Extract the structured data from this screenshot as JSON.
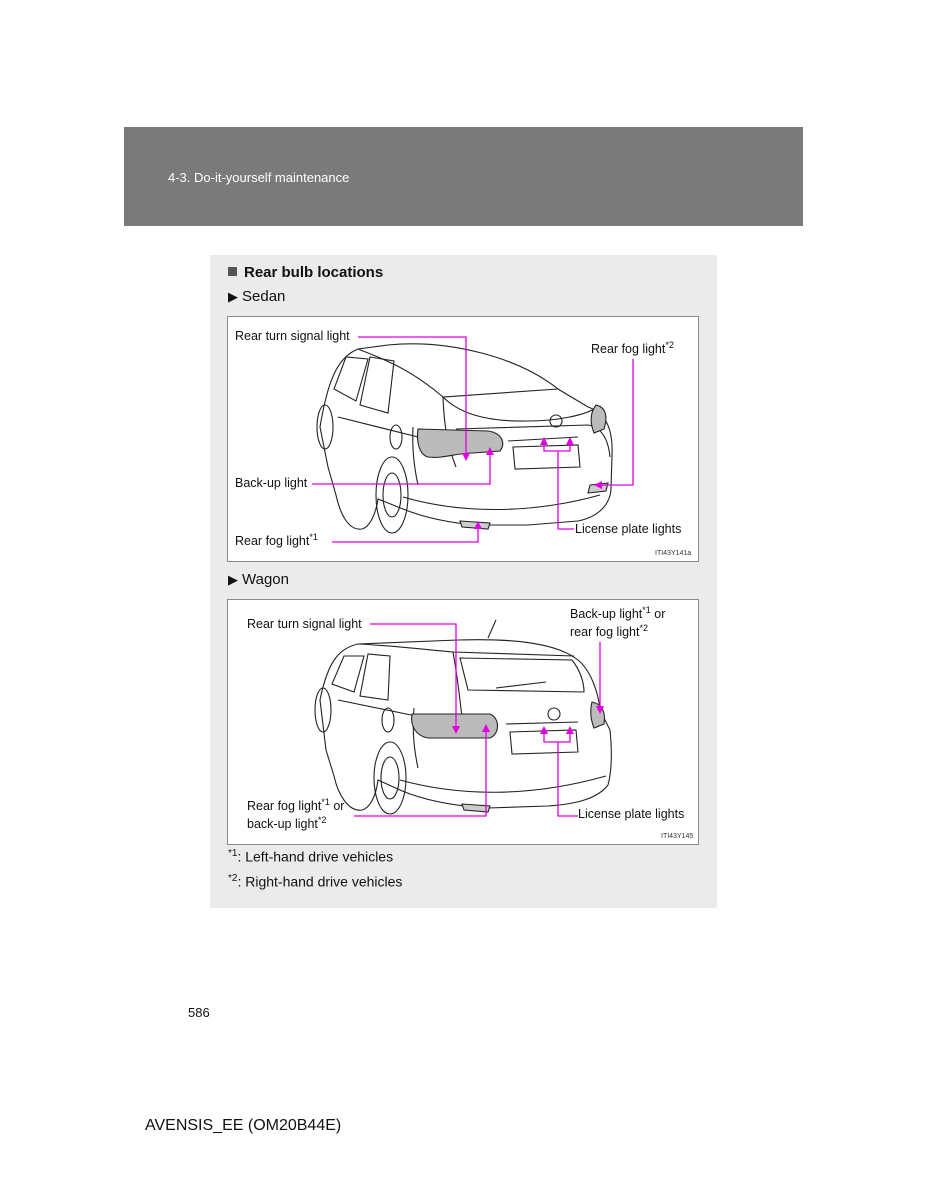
{
  "header": {
    "section": "4-3. Do-it-yourself maintenance"
  },
  "panel": {
    "heading": "Rear bulb locations",
    "sedan": {
      "title": "Sedan",
      "labels": {
        "turn": "Rear turn signal light",
        "fog_rh": "Rear fog light",
        "fog_rh_sup": "*2",
        "backup": "Back-up light",
        "fog_lh": "Rear fog light",
        "fog_lh_sup": "*1",
        "plate": "License plate lights"
      },
      "figure_id": "ITI43Y141a"
    },
    "wagon": {
      "title": "Wagon",
      "labels": {
        "turn": "Rear turn signal light",
        "backup_a": "Back-up light",
        "backup_a_sup": "*1",
        "backup_a_tail": " or",
        "backup_b": "rear fog light",
        "backup_b_sup": "*2",
        "fog_a": "Rear fog light",
        "fog_a_sup": "*1",
        "fog_a_tail": " or",
        "fog_b": "back-up light",
        "fog_b_sup": "*2",
        "plate": "License plate lights"
      },
      "figure_id": "ITI43Y145"
    },
    "notes": [
      {
        "mark": "*1",
        "text": ": Left-hand drive vehicles"
      },
      {
        "mark": "*2",
        "text": ": Right-hand drive vehicles"
      }
    ]
  },
  "page_number": "586",
  "footer": "AVENSIS_EE (OM20B44E)",
  "colors": {
    "header_band": "#7a7a7a",
    "panel": "#ebebeb",
    "callout": "#e000e0"
  }
}
